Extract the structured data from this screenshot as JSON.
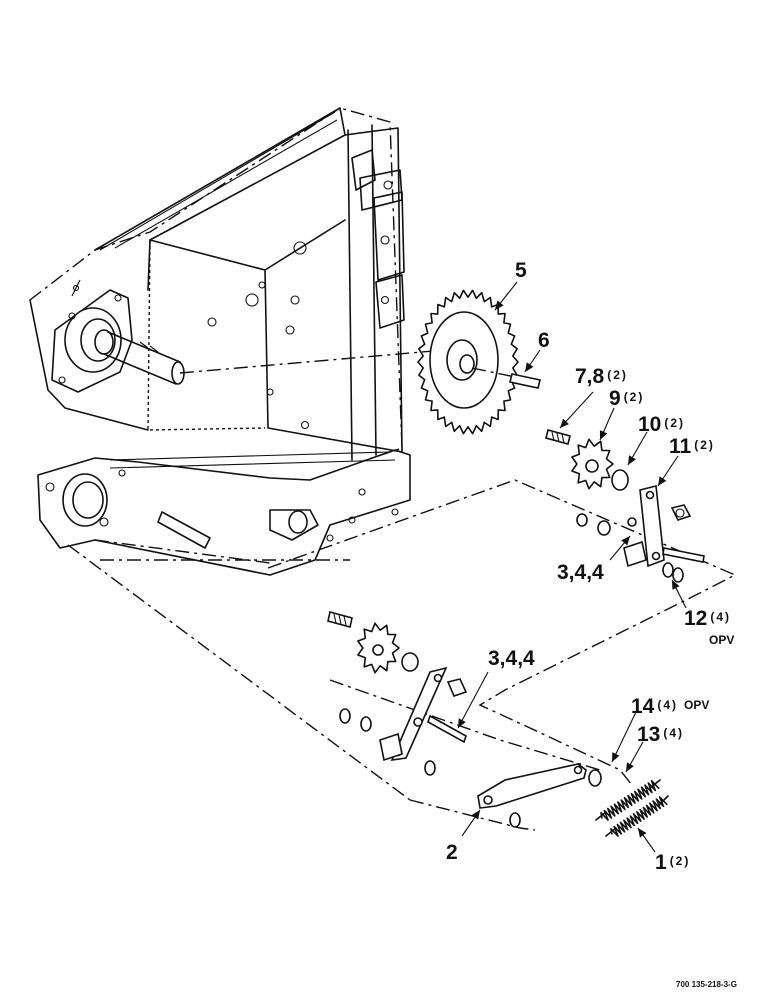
{
  "callouts": {
    "c1": {
      "num": "1",
      "qty": "(2)"
    },
    "c2": {
      "num": "2",
      "qty": ""
    },
    "c3a": {
      "num": "3,4,4",
      "qty": ""
    },
    "c3b": {
      "num": "3,4,4",
      "qty": ""
    },
    "c5": {
      "num": "5",
      "qty": ""
    },
    "c6": {
      "num": "6",
      "qty": ""
    },
    "c7": {
      "num": "7,8",
      "qty": "(2)"
    },
    "c9": {
      "num": "9",
      "qty": "(2)"
    },
    "c10": {
      "num": "10",
      "qty": "(2)"
    },
    "c11": {
      "num": "11",
      "qty": "(2)"
    },
    "c12": {
      "num": "12",
      "qty": "(4)",
      "sub": "OPV"
    },
    "c13": {
      "num": "13",
      "qty": "(4)"
    },
    "c14": {
      "num": "14",
      "qty": "(4)",
      "sub": "OPV"
    }
  },
  "document_number": "700 135-218-3-G"
}
